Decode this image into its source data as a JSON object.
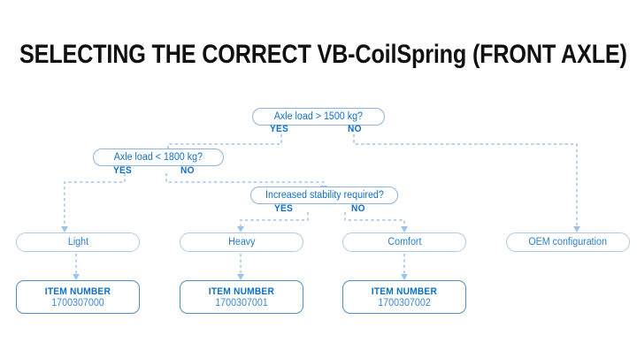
{
  "page": {
    "title": "SELECTING THE CORRECT VB-CoilSpring (FRONT AXLE)",
    "background": "#ffffff"
  },
  "colors": {
    "title_text": "#111111",
    "decision_border": "#8cb4de",
    "decision_text": "#1170c6",
    "result_border": "#aecbe8",
    "result_text": "#2d7fc9",
    "item_border": "#4a8fce",
    "item_title_text": "#0f6fc6",
    "item_number_text": "#3f87cb",
    "connector": "#9fc4e6",
    "branch_label": "#0f6fc6"
  },
  "flow": {
    "decisions": [
      {
        "id": "d1",
        "label": "Axle load > 1500 kg?",
        "yes": "YES",
        "no": "NO"
      },
      {
        "id": "d2",
        "label": "Axle load < 1800 kg?",
        "yes": "YES",
        "no": "NO"
      },
      {
        "id": "d3",
        "label": "Increased stability required?",
        "yes": "YES",
        "no": "NO"
      }
    ],
    "results": [
      {
        "id": "r1",
        "label": "Light"
      },
      {
        "id": "r2",
        "label": "Heavy"
      },
      {
        "id": "r3",
        "label": "Comfort"
      },
      {
        "id": "r4",
        "label": "OEM configuration"
      }
    ],
    "items": [
      {
        "id": "i1",
        "title": "ITEM NUMBER",
        "number": "1700307000"
      },
      {
        "id": "i2",
        "title": "ITEM NUMBER",
        "number": "1700307001"
      },
      {
        "id": "i3",
        "title": "ITEM NUMBER",
        "number": "1700307002"
      }
    ]
  }
}
